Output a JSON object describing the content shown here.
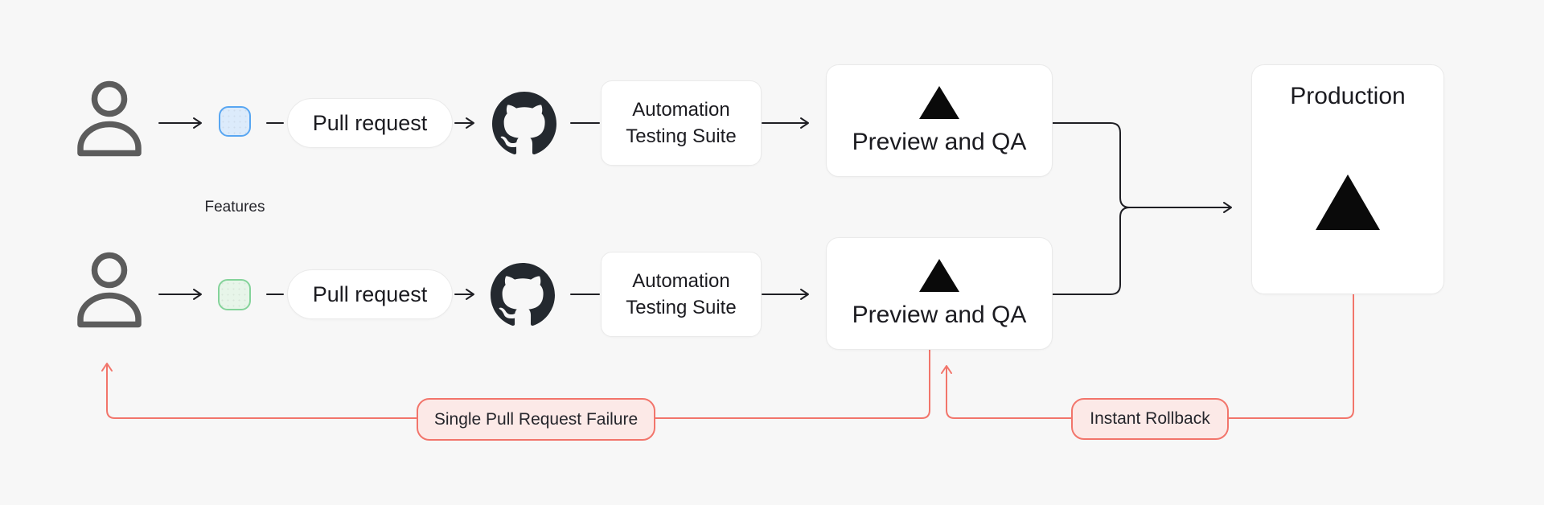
{
  "diagram": {
    "features_label": "Features",
    "pull_request_label": "Pull request",
    "automation_label": "Automation Testing Suite",
    "preview_label": "Preview and QA",
    "production_label": "Production",
    "failure_label": "Single Pull Request Failure",
    "rollback_label": "Instant Rollback"
  },
  "icons": {
    "developer": "person-icon",
    "feature_branch_blue": "branch-node-blue",
    "feature_branch_green": "branch-node-green",
    "source_control": "github-icon",
    "deployment": "vercel-triangle-icon"
  },
  "colors": {
    "background": "#F7F7F7",
    "line_black": "#1F1F24",
    "line_red": "#F2756B",
    "red_pill_fill": "#FCE9E7",
    "blue_branch_border": "#58A6F2",
    "blue_branch_fill": "#DCEBFB",
    "green_branch_border": "#84D39A",
    "green_branch_fill": "#E7F5E9",
    "github_dark": "#24292F",
    "box_border": "#EAEAEA",
    "box_fill": "#FFFFFF",
    "text_dark": "#1B1B20",
    "person_gray": "#5C5C5C"
  }
}
